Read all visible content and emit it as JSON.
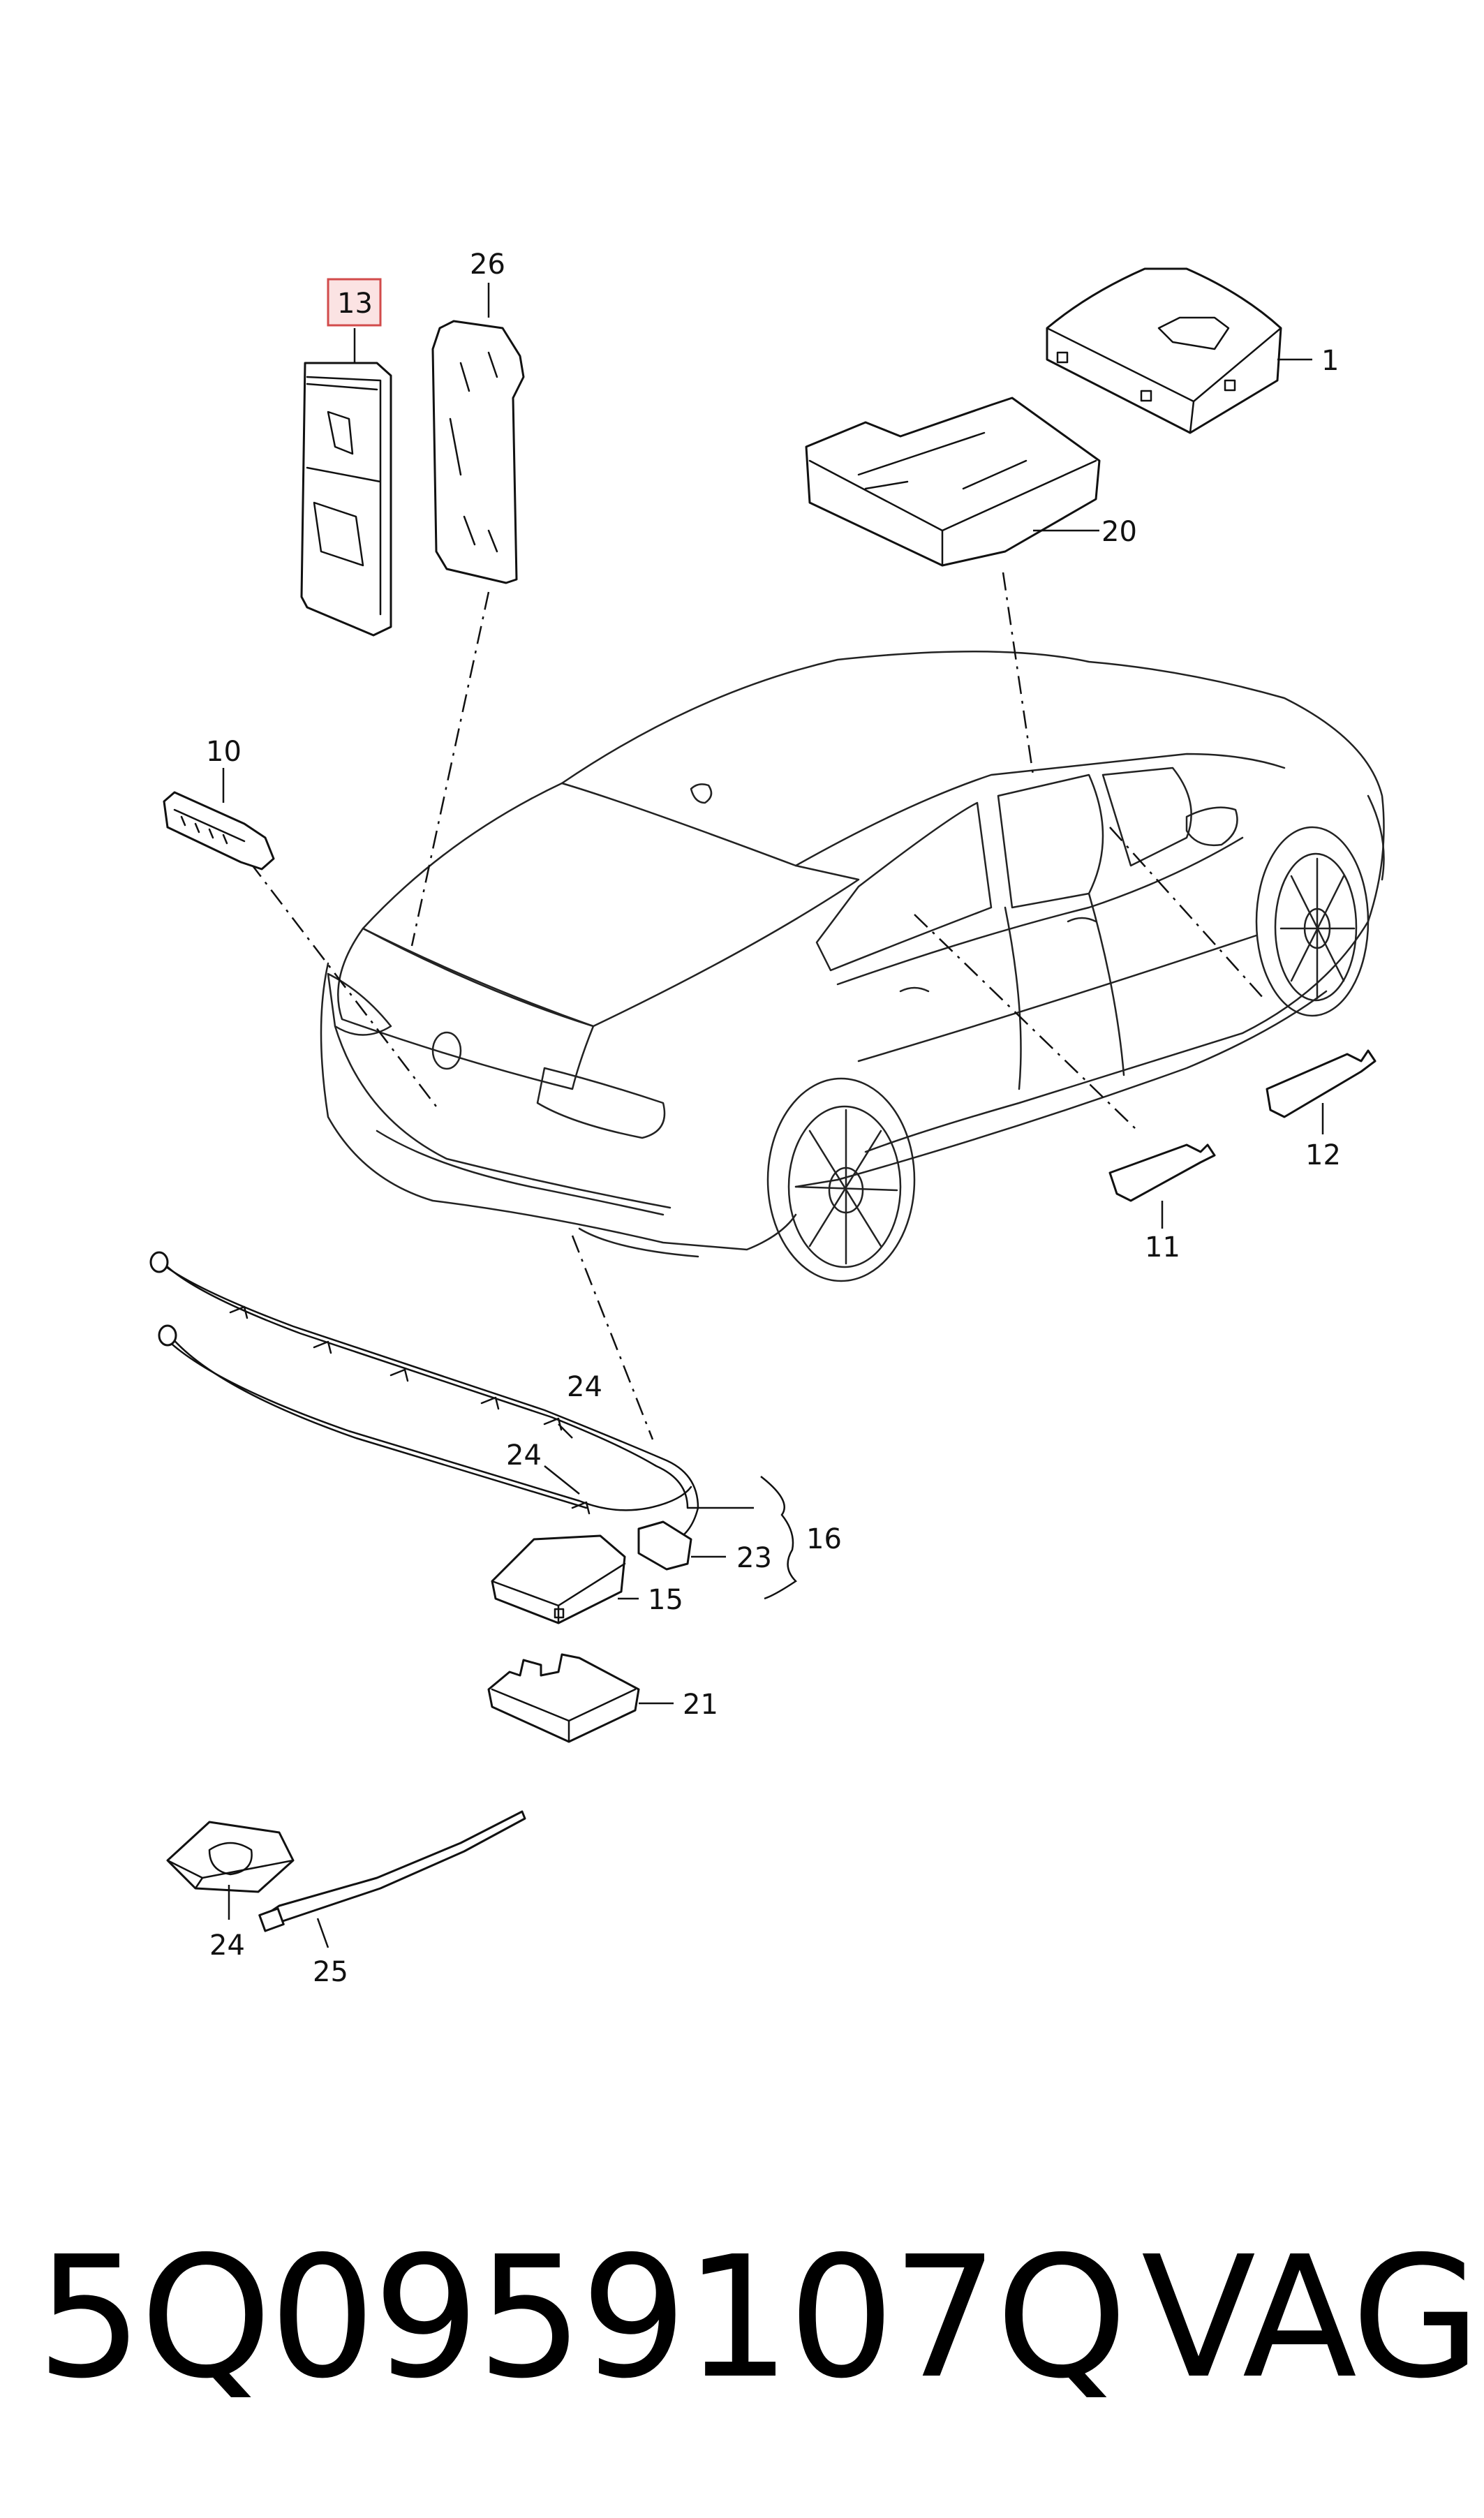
{
  "diagram": {
    "callouts": {
      "c1": "1",
      "c10": "10",
      "c11": "11",
      "c12": "12",
      "c13": "13",
      "c15": "15",
      "c16": "16",
      "c20": "20",
      "c21": "21",
      "c23": "23",
      "c24a": "24",
      "c24b": "24",
      "c24c": "24",
      "c25": "25",
      "c26": "26"
    },
    "highlighted_callout": "13",
    "highlight_color": "#d24b4b"
  },
  "footer": {
    "part_number": "5Q0959107Q",
    "brand": "VAG"
  }
}
